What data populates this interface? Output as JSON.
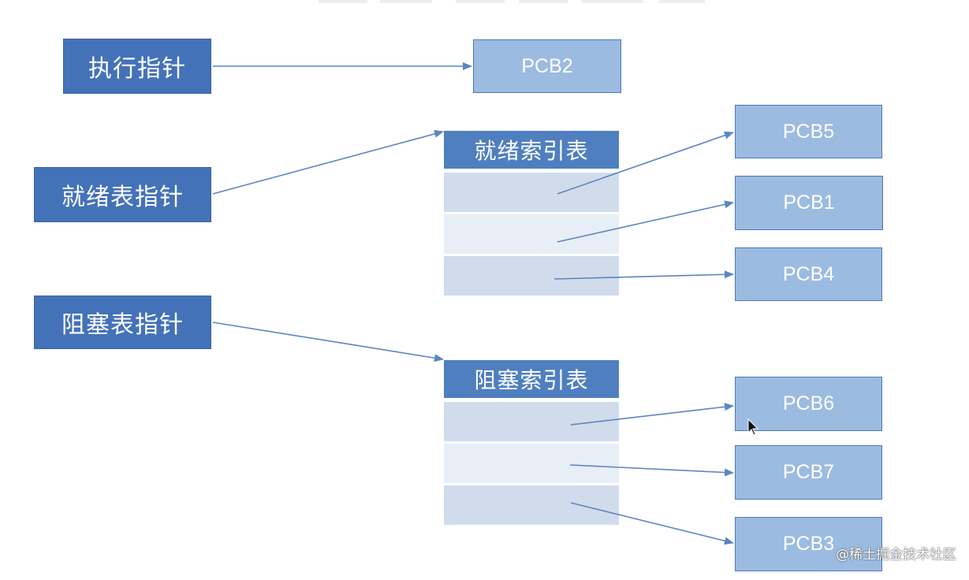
{
  "pointers": {
    "exec": "执行指针",
    "ready": "就绪表指针",
    "blocked": "阻塞表指针"
  },
  "pcb": {
    "p2": "PCB2",
    "p5": "PCB5",
    "p1": "PCB1",
    "p4": "PCB4",
    "p6": "PCB6",
    "p7": "PCB7",
    "p3": "PCB3"
  },
  "ready_table": {
    "title": "就绪索引表"
  },
  "blocked_table": {
    "title": "阻塞索引表"
  },
  "watermark": "@稀土掘金技术社区",
  "colors": {
    "pointer_box": "#4472b8",
    "pcb_box": "#9cbbe1",
    "table_header": "#4f7fbf",
    "arrow": "#5b86c0"
  }
}
